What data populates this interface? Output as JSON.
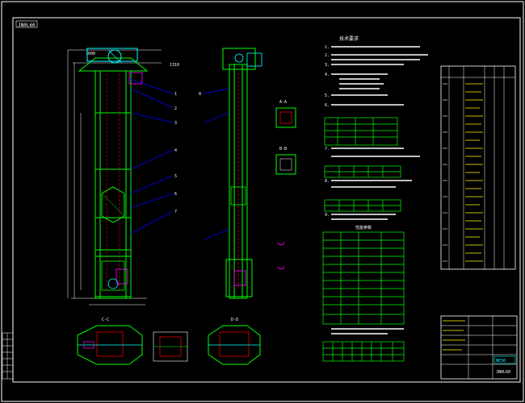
{
  "sheet_code": "JN0L60",
  "title_block": {
    "name": "NE30",
    "code": "JN0L60"
  },
  "labels": {
    "dim_a": "1600",
    "dim_b": "1310",
    "callout_1": "1",
    "callout_2": "2",
    "callout_3": "3",
    "callout_4": "4",
    "callout_5": "5",
    "callout_6": "6",
    "callout_7": "7",
    "callout_8": "8",
    "view_a": "A-A",
    "view_b": "B-B",
    "view_c": "C-C",
    "view_d": "D-D",
    "tech_heading": "技术要求",
    "perf_heading": "性能参数"
  },
  "tech_notes": [
    "1.",
    "2.",
    "3.",
    "4.",
    "5.",
    "6.",
    "7.",
    "8.",
    "9."
  ],
  "colors": {
    "background": "#000000",
    "outline": "#ffffff",
    "structure": "#00ff00",
    "drive": "#00ffff",
    "hidden": "#ff0000",
    "leader": "#0000ff",
    "text": "#ffffff",
    "highlight": "#ffff00",
    "detail": "#ff00ff"
  }
}
